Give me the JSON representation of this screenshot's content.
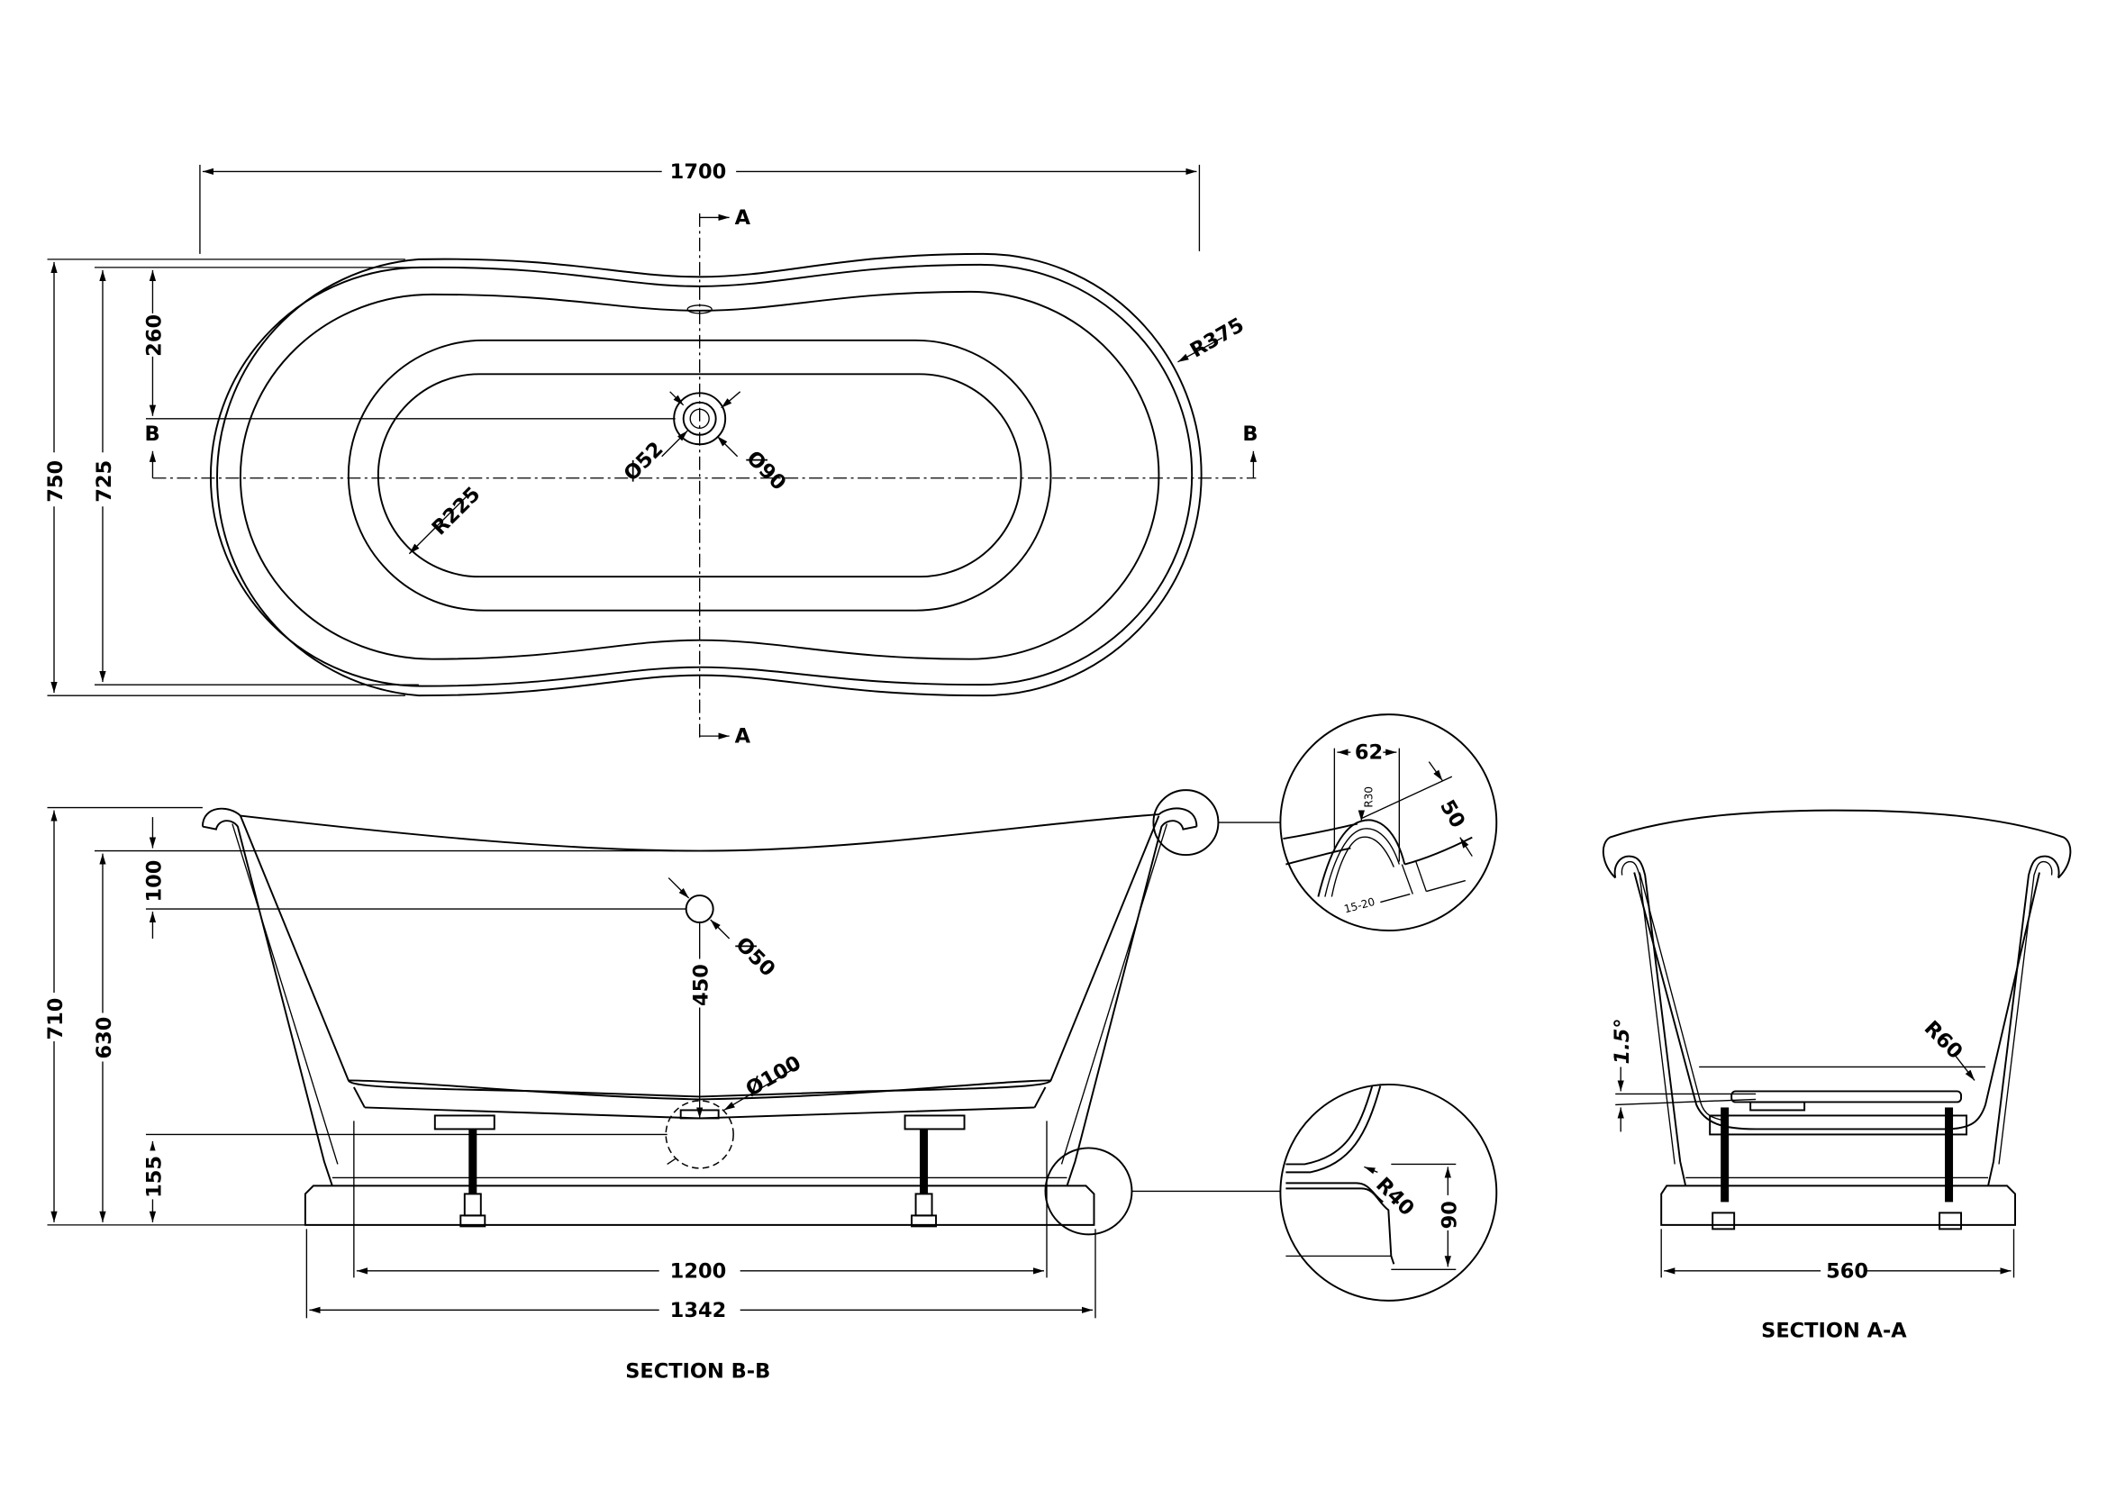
{
  "plan_view": {
    "length": "1700",
    "overall_width": "750",
    "inner_width": "725",
    "drain_offset": "260",
    "end_radius": "R375",
    "basin_radius": "R225",
    "waste_inner": "Ø52",
    "waste_outer": "Ø90",
    "section_a_label": "A",
    "section_b_label": "B"
  },
  "section_bb": {
    "title": "SECTION B-B",
    "height_overall": "710",
    "height_rim": "630",
    "overflow_drop": "100",
    "overflow_dia": "Ø50",
    "overflow_to_waste": "450",
    "waste_dia": "Ø100",
    "waste_height": "155",
    "leg_centres": "1200",
    "plinth_length": "1342"
  },
  "detail_rim": {
    "width": "62",
    "radius": "R30",
    "depth": "50",
    "thickness": "15-20"
  },
  "detail_base": {
    "radius": "R40",
    "height": "90"
  },
  "section_aa": {
    "title": "SECTION A-A",
    "angle": "1.5°",
    "radius": "R60",
    "plinth_width": "560"
  }
}
